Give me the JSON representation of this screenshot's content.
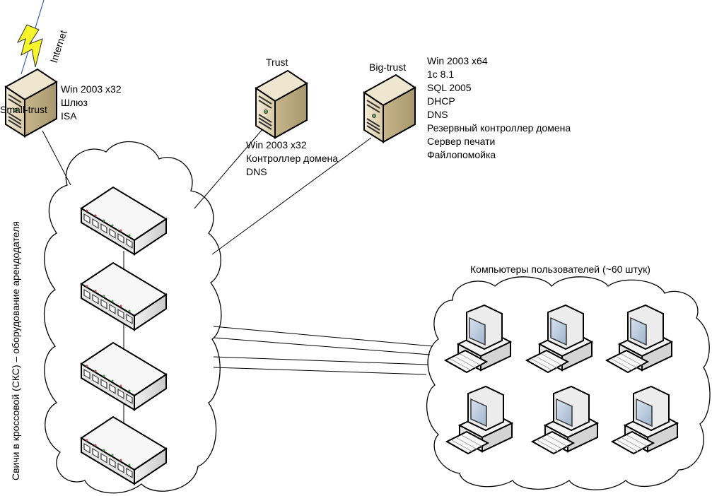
{
  "internet": {
    "label": "Internet",
    "bolt_color": "#f5f52a"
  },
  "servers": {
    "small_trust": {
      "name": "Small-trust",
      "notes": [
        "Win 2003 x32",
        "Шлюз",
        "ISA"
      ]
    },
    "trust": {
      "name": "Trust",
      "notes": [
        "Win 2003 x32",
        "Контроллер домена",
        "DNS"
      ]
    },
    "big_trust": {
      "name": "Big-trust",
      "notes": [
        "Win 2003 x64",
        "1c 8.1",
        "SQL 2005",
        "DHCP",
        "DNS",
        "Резервный контроллер домена",
        "Сервер печати",
        "Файлопомойка"
      ]
    }
  },
  "switch_cloud": {
    "label": "Свичи в кроссовой (СКС) – оборудование арендодателя",
    "switch_count": 4
  },
  "user_cloud": {
    "label": "Компьютеры пользователей (~60 штук)",
    "pc_icons_shown": 6
  },
  "colors": {
    "server_face": "#e8dcc0",
    "led_red": "#c0504d",
    "led_green": "#4e9a4e"
  }
}
